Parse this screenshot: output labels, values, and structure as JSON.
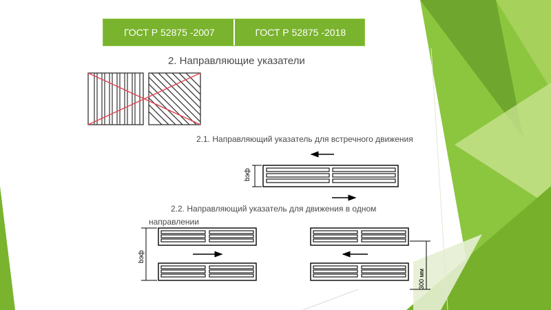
{
  "table": {
    "col1": "ГОСТ Р 52875 -2007",
    "col2": "ГОСТ Р 52875 -2018"
  },
  "heading": "2. Направляющие указатели",
  "section1": {
    "title": "2.1. Направляющий указатель для встречного движения",
    "dim_label": "bэф"
  },
  "section2": {
    "title_line1": "2.2. Направляющий указатель для движения в одном",
    "title_line2": "направлении",
    "dim_label": "bэф",
    "spacing_label": "300 мм"
  },
  "colors": {
    "accent_green": "#7ab32e",
    "light_green": "#b5d86b",
    "strike_red": "#e0424d"
  }
}
